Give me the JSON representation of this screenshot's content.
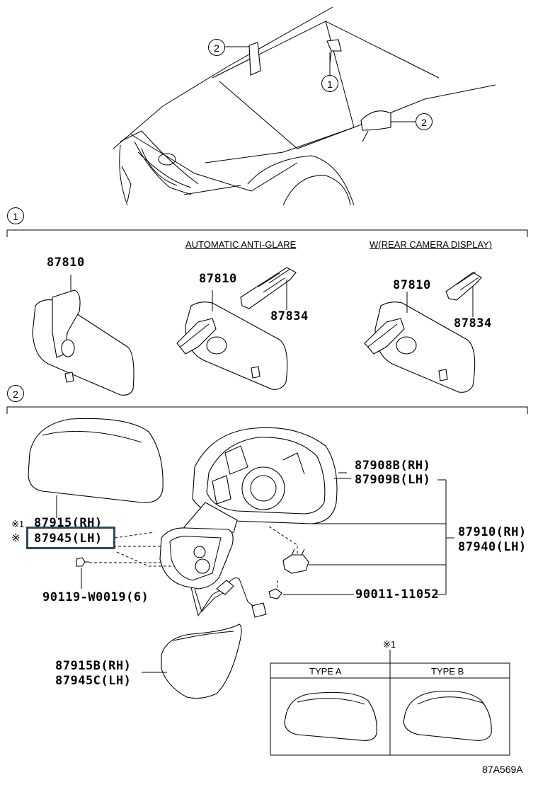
{
  "callouts": {
    "one": "1",
    "two": "2"
  },
  "section1": {
    "auto_anti_glare": "AUTOMATIC ANTI-GLARE",
    "rear_camera": "W(REAR CAMERA DISPLAY)",
    "mirror_a": "87810",
    "mirror_b": "87810",
    "bracket_b": "87834",
    "mirror_c": "87810",
    "bracket_c": "87834"
  },
  "section2": {
    "glass_rh": "87908B(RH)",
    "glass_lh": "87909B(LH)",
    "outer_rh": "87910(RH)",
    "outer_lh": "87940(LH)",
    "cover_rh_prefix": "※1",
    "cover_rh": "87915(RH)",
    "cover_lh_prefix": "※",
    "cover_lh": "87945(LH)",
    "screw": "90119-W0019(6)",
    "clip": "90011-11052",
    "lower_rh": "87915B(RH)",
    "lower_lh": "87945C(LH)",
    "note_mark": "※1",
    "type_a": "TYPE A",
    "type_b": "TYPE B"
  },
  "footer": {
    "code": "87A569A"
  }
}
